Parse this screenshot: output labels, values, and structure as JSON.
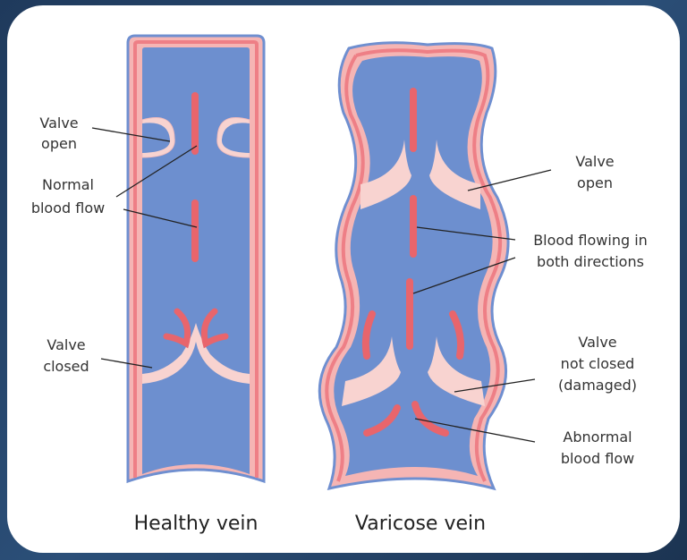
{
  "labels": {
    "healthy_valve_open_1": "Valve",
    "healthy_valve_open_2": "open",
    "normal_flow_1": "Normal",
    "normal_flow_2": "blood flow",
    "healthy_valve_closed_1": "Valve",
    "healthy_valve_closed_2": "closed",
    "varicose_valve_open_1": "Valve",
    "varicose_valve_open_2": "open",
    "both_directions_1": "Blood flowing in",
    "both_directions_2": "both directions",
    "not_closed_1": "Valve",
    "not_closed_2": "not closed",
    "not_closed_3": "(damaged)",
    "abnormal_flow_1": "Abnormal",
    "abnormal_flow_2": "blood flow"
  },
  "captions": {
    "healthy": "Healthy vein",
    "varicose": "Varicose vein"
  },
  "colors": {
    "blood": "#6d8fcf",
    "wall_outer": "#ee7f86",
    "wall_inner": "#f8d3d0",
    "flow_arrow": "#e8656c"
  }
}
